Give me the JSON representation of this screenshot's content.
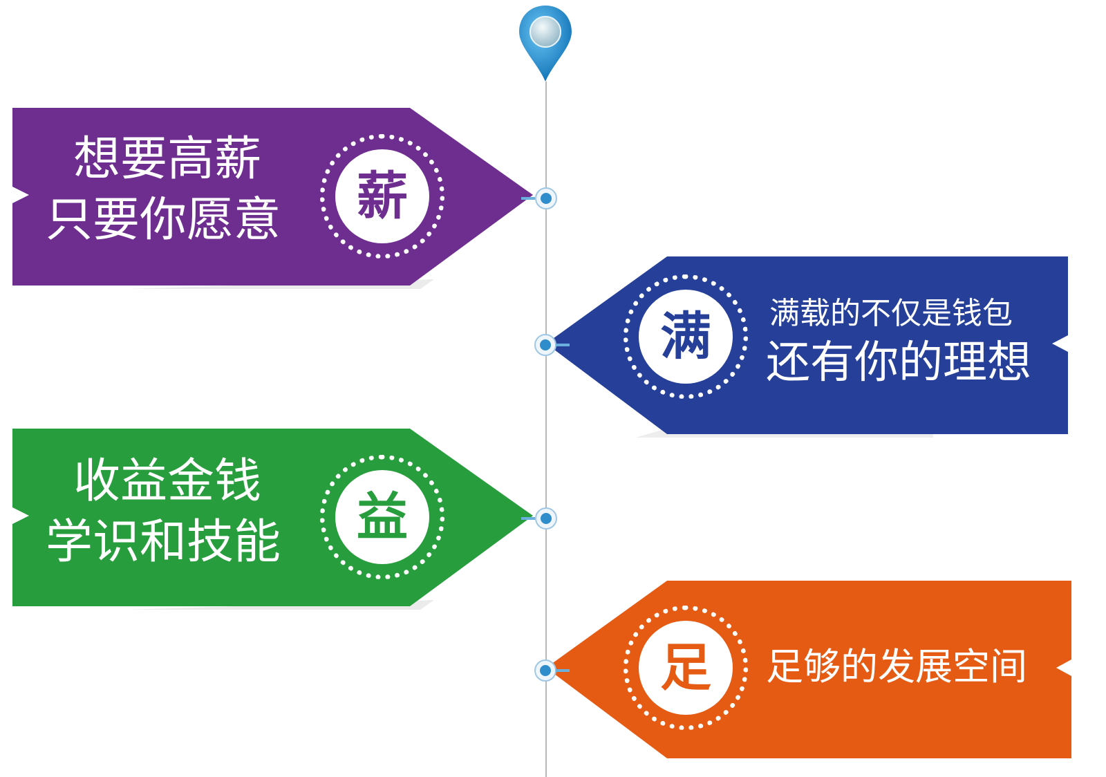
{
  "colors": {
    "purple": "#6d2e8f",
    "blue": "#26409a",
    "green": "#279d3d",
    "orange": "#e55b14",
    "pin": "#1f8fd3",
    "line": "#b8b8b8"
  },
  "items": [
    {
      "badge": "薪",
      "line1": "想要高薪",
      "line2": "只要你愿意"
    },
    {
      "badge": "满",
      "line1": "满载的不仅是钱包",
      "line2": "还有你的理想"
    },
    {
      "badge": "益",
      "line1": "收益金钱",
      "line2": "学识和技能"
    },
    {
      "badge": "足",
      "line1": "足够的发展空间"
    }
  ]
}
